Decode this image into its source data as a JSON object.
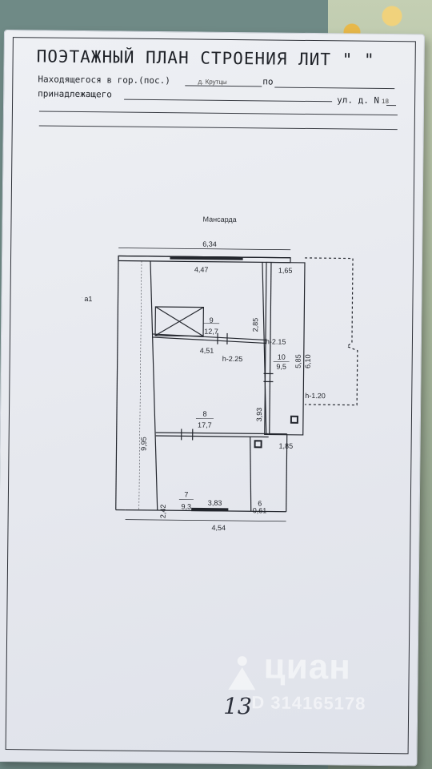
{
  "header": {
    "title": "ПОЭТАЖНЫЙ ПЛАН СТРОЕНИЯ ЛИТ \"   \"",
    "location_prefix": "Находящегося в гор.(пос.)",
    "location_value": "д. Крутцы",
    "location_po": "по",
    "owner_prefix": "принадлежащего",
    "street_prefix": "ул. д. N",
    "house_number": "18"
  },
  "plan": {
    "level_label": "Мансарда",
    "liter_label": "лит а1",
    "dimensions": {
      "top_total": "6,34",
      "top_left": "4,47",
      "top_right": "1,65",
      "mid_width": "4,51",
      "bottom_inner": "3,83",
      "bottom_total": "4,54",
      "left_height": "9,95",
      "room7_height": "2,42",
      "room8_right": "3,93",
      "room9_right": "2,85",
      "outer_h1": "5,85",
      "outer_h2": "6,10",
      "room10_width": "1,85",
      "room6_width": "0,61",
      "h225": "h-2.25",
      "h215": "h-2.15",
      "h120": "h-1.20"
    },
    "rooms": [
      {
        "number": "9",
        "area": "12,7"
      },
      {
        "number": "10",
        "area": "9,5"
      },
      {
        "number": "8",
        "area": "17,7"
      },
      {
        "number": "7",
        "area": "9,3"
      },
      {
        "number": "6",
        "area": ""
      }
    ]
  },
  "page_number": "13",
  "watermark": {
    "brand": "циан",
    "id": "ID 314165178"
  },
  "colors": {
    "paper": "#e8eaf0",
    "ink": "#1f2228",
    "background": "#6f8a86"
  }
}
